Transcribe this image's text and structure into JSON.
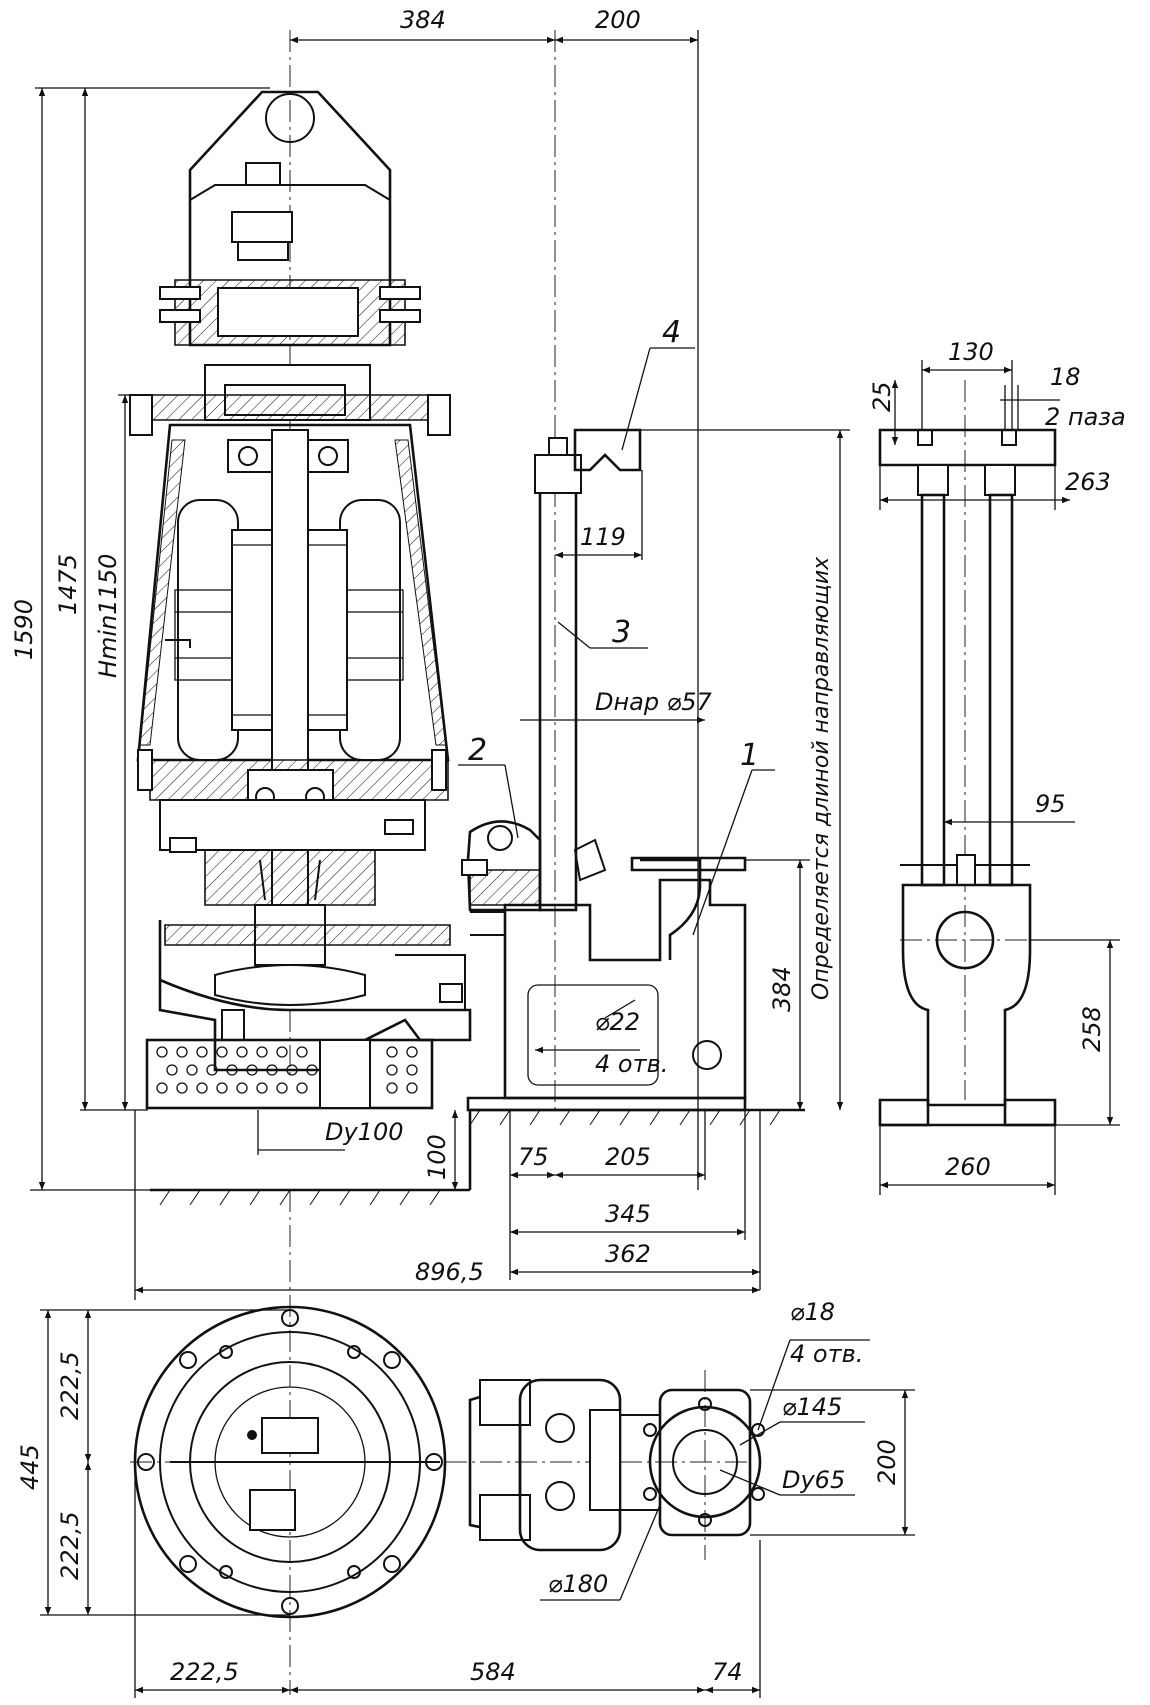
{
  "drawing": {
    "top_dims": [
      "384",
      "200"
    ],
    "left_dims": [
      "1590",
      "1475",
      "Hmin1150"
    ],
    "guide_dims": [
      "119",
      "Dнар ⌀57",
      "384",
      "Определяется длиной направляющих"
    ],
    "callouts": [
      "1",
      "2",
      "3",
      "4"
    ],
    "base_dims": [
      "⌀22",
      "4 отв.",
      "Dy100",
      "100",
      "75",
      "205",
      "345",
      "362",
      "896,5"
    ],
    "side_view_dims": [
      "130",
      "18",
      "25",
      "2 паза",
      "263",
      "95",
      "258",
      "260"
    ],
    "plan_dims": [
      "⌀18",
      "4 отв.",
      "⌀145",
      "Dy65",
      "200",
      "⌀180",
      "445",
      "222,5",
      "222,5",
      "222,5",
      "584",
      "74"
    ]
  }
}
